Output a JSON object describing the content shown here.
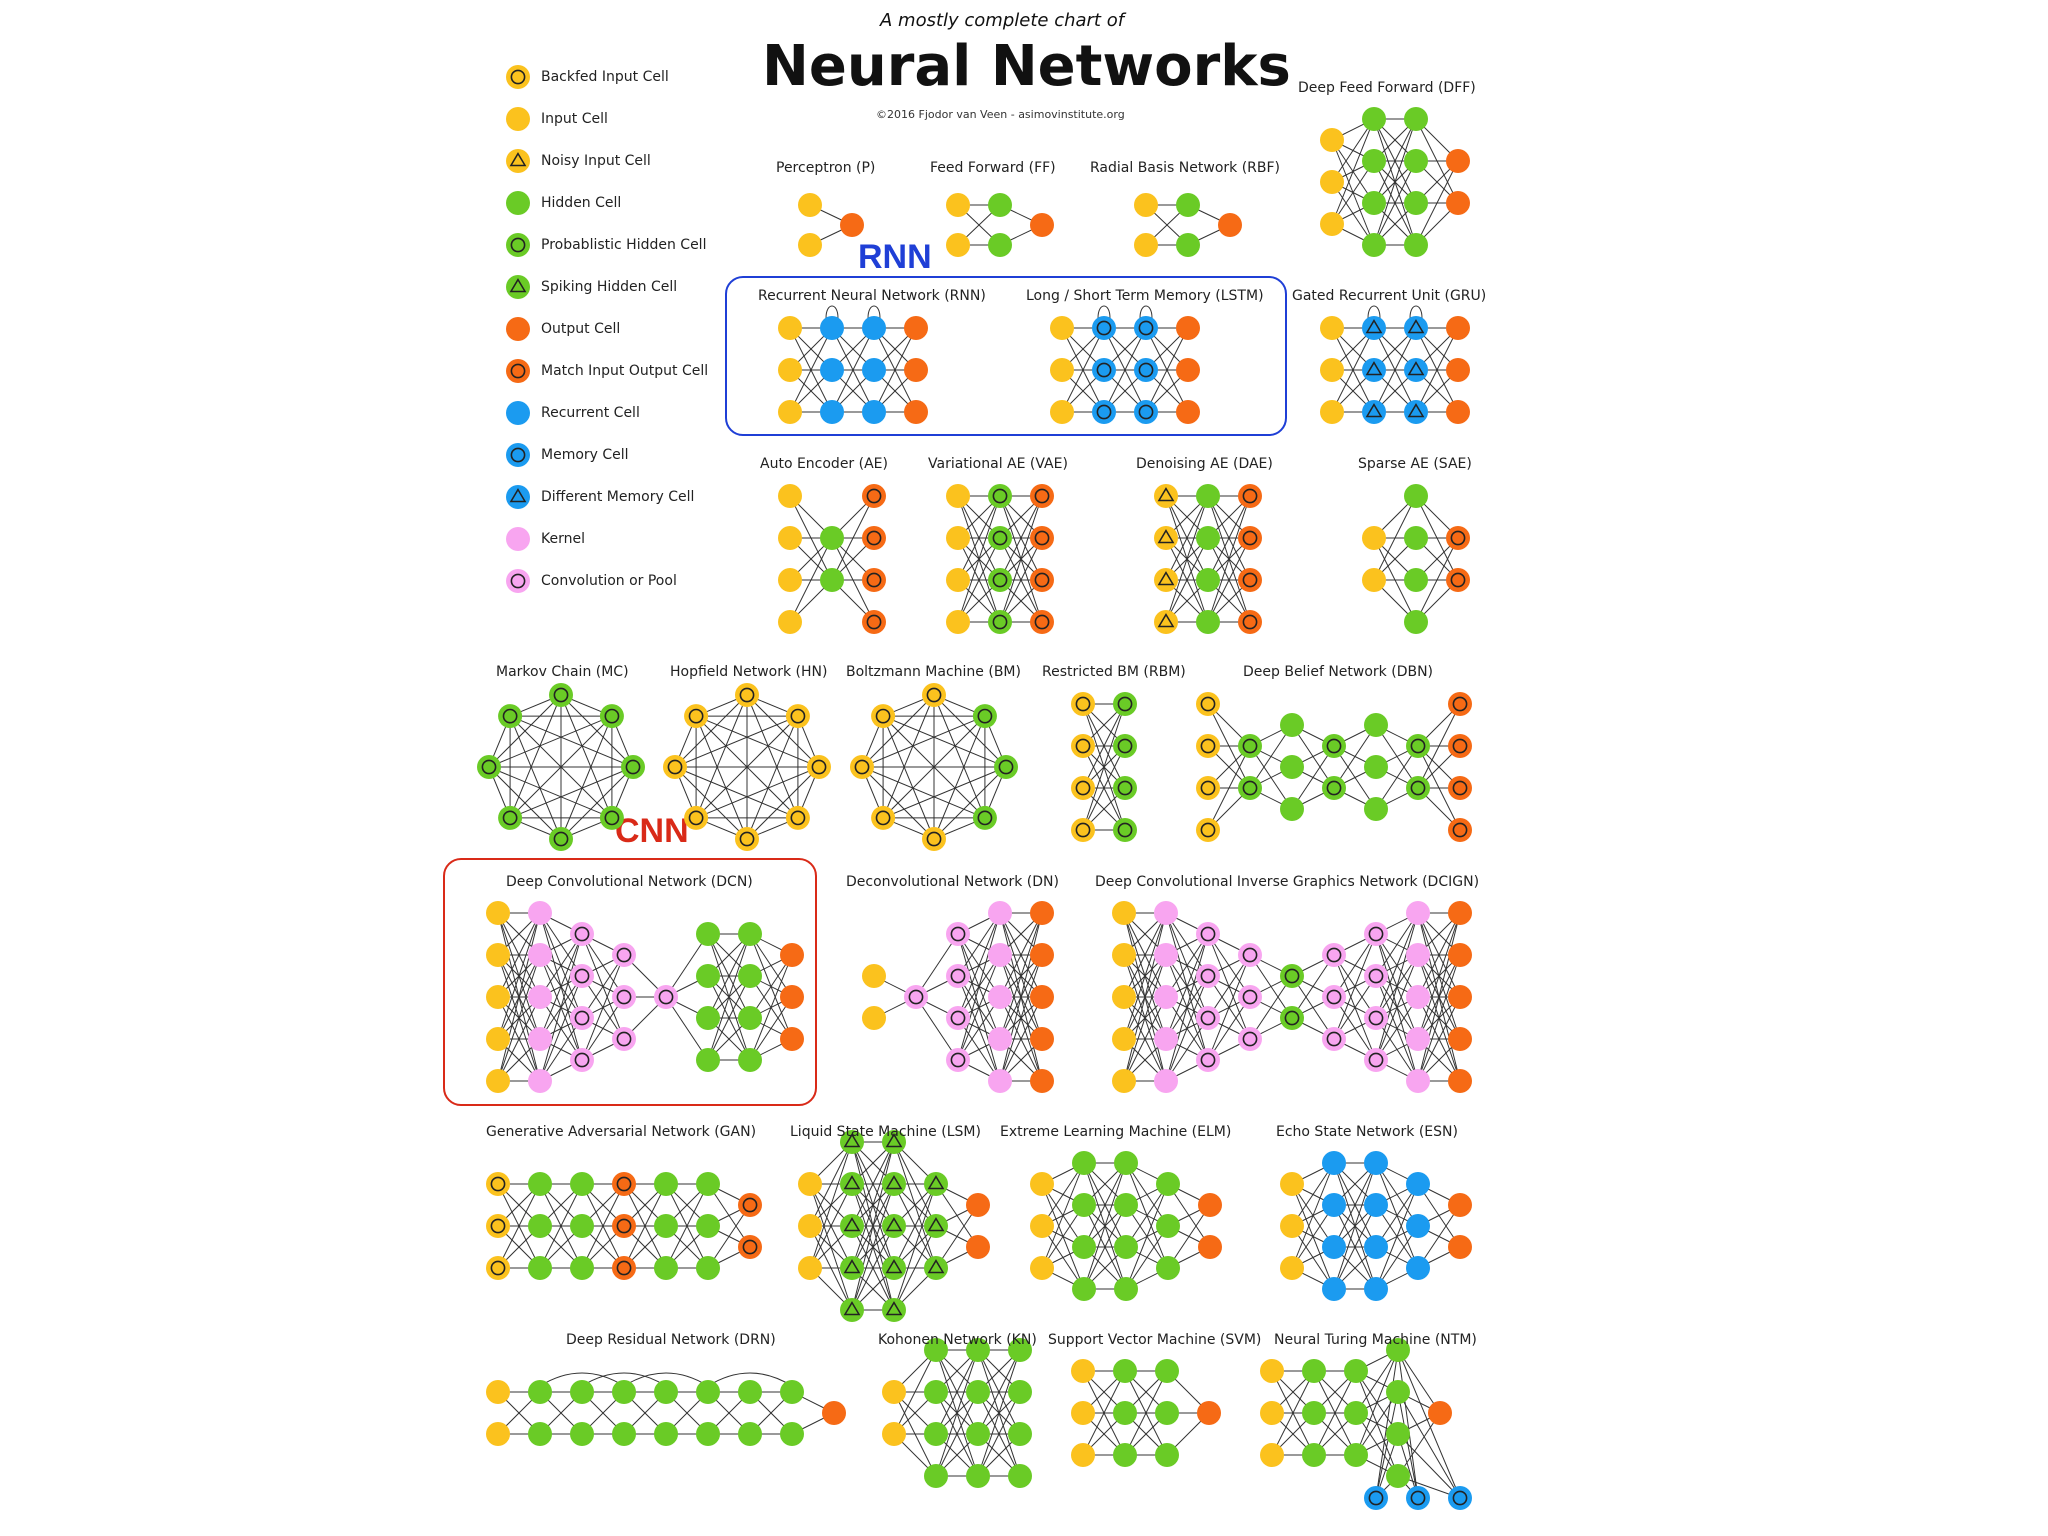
{
  "header": {
    "subtitle": "A mostly complete chart of",
    "title": "Neural Networks",
    "credit": "©2016 Fjodor van Veen - asimovinstitute.org"
  },
  "legend": [
    {
      "label": "Backfed Input Cell",
      "icon": "backfed-input-cell"
    },
    {
      "label": "Input Cell",
      "icon": "input-cell"
    },
    {
      "label": "Noisy Input Cell",
      "icon": "noisy-input-cell"
    },
    {
      "label": "Hidden Cell",
      "icon": "hidden-cell"
    },
    {
      "label": "Probablistic Hidden Cell",
      "icon": "probabilistic-hidden-cell"
    },
    {
      "label": "Spiking Hidden Cell",
      "icon": "spiking-hidden-cell"
    },
    {
      "label": "Output Cell",
      "icon": "output-cell"
    },
    {
      "label": "Match Input Output Cell",
      "icon": "match-input-output-cell"
    },
    {
      "label": "Recurrent Cell",
      "icon": "recurrent-cell"
    },
    {
      "label": "Memory Cell",
      "icon": "memory-cell"
    },
    {
      "label": "Different Memory Cell",
      "icon": "different-memory-cell"
    },
    {
      "label": "Kernel",
      "icon": "kernel"
    },
    {
      "label": "Convolution or Pool",
      "icon": "convolution-or-pool"
    }
  ],
  "colors": {
    "input": "#fbc21e",
    "hidden": "#6acb26",
    "output": "#f66a15",
    "recurrent": "#1b9bf0",
    "kernel": "#f8a5f0",
    "rnn_box": "#1f3fd6",
    "cnn_box": "#d92a18"
  },
  "highlights": {
    "rnn_label": "RNN",
    "cnn_label": "CNN"
  },
  "networks": [
    {
      "id": "p",
      "name": "Perceptron (P)"
    },
    {
      "id": "ff",
      "name": "Feed Forward (FF)"
    },
    {
      "id": "rbf",
      "name": "Radial Basis Network (RBF)"
    },
    {
      "id": "dff",
      "name": "Deep Feed Forward (DFF)"
    },
    {
      "id": "rnn",
      "name": "Recurrent Neural Network (RNN)"
    },
    {
      "id": "lstm",
      "name": "Long / Short Term Memory (LSTM)"
    },
    {
      "id": "gru",
      "name": "Gated Recurrent Unit (GRU)"
    },
    {
      "id": "ae",
      "name": "Auto Encoder (AE)"
    },
    {
      "id": "vae",
      "name": "Variational AE (VAE)"
    },
    {
      "id": "dae",
      "name": "Denoising AE (DAE)"
    },
    {
      "id": "sae",
      "name": "Sparse AE (SAE)"
    },
    {
      "id": "mc",
      "name": "Markov Chain (MC)"
    },
    {
      "id": "hn",
      "name": "Hopfield Network (HN)"
    },
    {
      "id": "bm",
      "name": "Boltzmann Machine (BM)"
    },
    {
      "id": "rbm",
      "name": "Restricted BM (RBM)"
    },
    {
      "id": "dbn",
      "name": "Deep Belief Network (DBN)"
    },
    {
      "id": "dcn",
      "name": "Deep Convolutional Network (DCN)"
    },
    {
      "id": "dn",
      "name": "Deconvolutional Network (DN)"
    },
    {
      "id": "dcign",
      "name": "Deep Convolutional Inverse Graphics Network (DCIGN)"
    },
    {
      "id": "gan",
      "name": "Generative Adversarial Network (GAN)"
    },
    {
      "id": "lsm",
      "name": "Liquid State Machine (LSM)"
    },
    {
      "id": "elm",
      "name": "Extreme Learning Machine (ELM)"
    },
    {
      "id": "esn",
      "name": "Echo State Network (ESN)"
    },
    {
      "id": "drn",
      "name": "Deep Residual Network (DRN)"
    },
    {
      "id": "kn",
      "name": "Kohonen Network (KN)"
    },
    {
      "id": "svm",
      "name": "Support Vector Machine (SVM)"
    },
    {
      "id": "ntm",
      "name": "Neural Turing Machine (NTM)"
    }
  ]
}
